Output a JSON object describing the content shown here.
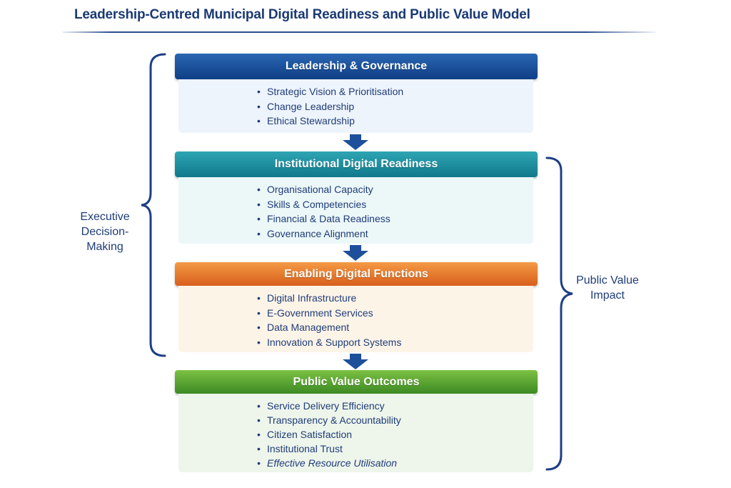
{
  "title": "Leadership-Centred Municipal Digital Readiness and Public Value Model",
  "colors": {
    "title": "#1b3a73",
    "text": "#1f3d78",
    "arrow": "#1d4f9a",
    "brace": "#1d3f85"
  },
  "stages": [
    {
      "id": "leadership-governance",
      "title": "Leadership & Governance",
      "header_color_top": "#2a66b2",
      "header_color_bottom": "#0f3f85",
      "body_color": "#eef4fc",
      "items": [
        "Strategic Vision & Prioritisation",
        "Change Leadership",
        "Ethical Stewardship"
      ]
    },
    {
      "id": "institutional-digital-readiness",
      "title": "Institutional Digital Readiness",
      "header_color_top": "#2ea5b3",
      "header_color_bottom": "#11798c",
      "body_color": "#ecf7f8",
      "items": [
        "Organisational Capacity",
        "Skills & Competencies",
        "Financial & Data Readiness",
        "Governance Alignment"
      ]
    },
    {
      "id": "enabling-digital-functions",
      "title": "Enabling Digital Functions",
      "header_color_top": "#f49a45",
      "header_color_bottom": "#d85f1c",
      "body_color": "#fdf4e8",
      "items": [
        "Digital Infrastructure",
        "E-Government Services",
        "Data Management",
        "Innovation & Support Systems"
      ]
    },
    {
      "id": "public-value-outcomes",
      "title": "Public Value Outcomes",
      "header_color_top": "#7dc143",
      "header_color_bottom": "#3c8a24",
      "body_color": "#eef5eb",
      "items": [
        "Service Delivery Efficiency",
        "Transparency & Accountability",
        "Citizen Satisfaction",
        "Institutional Trust",
        "Effective Resource Utilisation"
      ]
    }
  ],
  "left_brace": {
    "label_lines": [
      "Executive",
      "Decision-",
      "Making"
    ],
    "spans": "Leadership & Governance to Enabling Digital Functions"
  },
  "right_brace": {
    "label_lines": [
      "Public Value",
      "Impact"
    ],
    "spans": "Institutional Digital Readiness to Public Value Outcomes"
  }
}
